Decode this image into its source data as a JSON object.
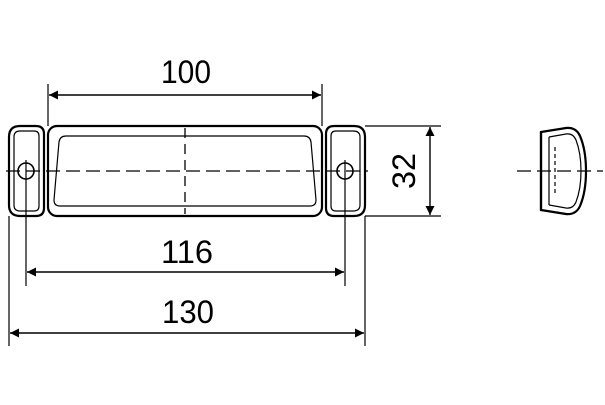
{
  "drawing": {
    "dimensions": {
      "lens_width": "100",
      "hole_spacing": "116",
      "overall_length": "130",
      "height": "32"
    },
    "line_color": "#000000",
    "background": "#ffffff"
  }
}
